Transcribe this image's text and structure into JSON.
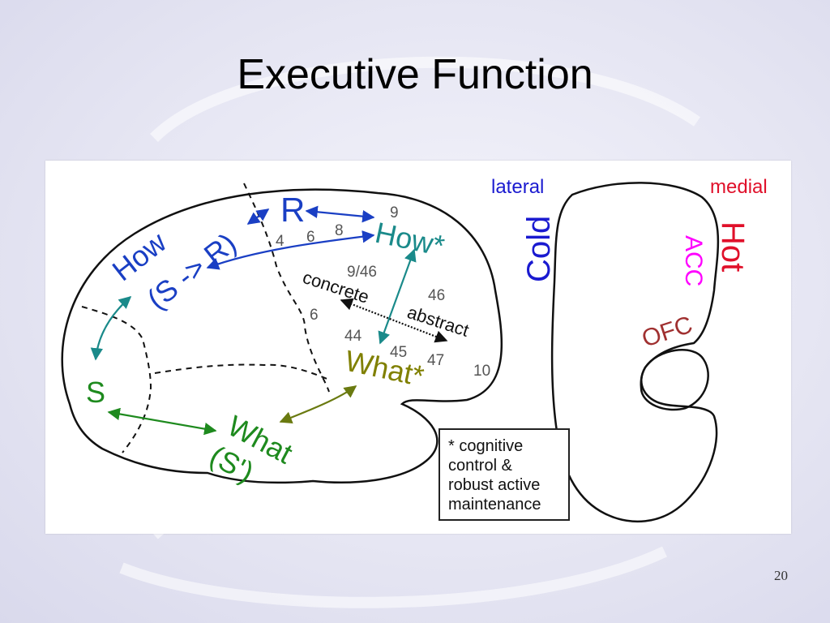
{
  "slide": {
    "title": "Executive Function",
    "page_number": "20"
  },
  "diagram": {
    "lateral_brain": {
      "region_labels": {
        "R": "R",
        "how_s_r_line1": "How",
        "how_s_r_line2": "(S -> R)",
        "how_star": "How*",
        "what_star": "What*",
        "s": "S",
        "what_s_line1": "What",
        "what_s_line2": "(S')",
        "concrete": "concrete",
        "abstract": "abstract"
      },
      "area_numbers": [
        "9",
        "4",
        "6",
        "8",
        "9/46",
        "46",
        "6",
        "44",
        "45",
        "47",
        "10"
      ],
      "colors": {
        "blue": "#1a3fc4",
        "teal": "#1a8a8a",
        "olive": "#808000",
        "green": "#1e8a1e",
        "gray": "#555555",
        "outline": "#111111"
      }
    },
    "medial_brain": {
      "lateral_label": "lateral",
      "medial_label": "medial",
      "cold": "Cold",
      "hot": "Hot",
      "acc": "ACC",
      "ofc": "OFC",
      "colors": {
        "lateral": "#1a1ad0",
        "medial": "#e0102a",
        "cold": "#1a1ad0",
        "hot": "#e0102a",
        "acc": "#ff00ff",
        "ofc": "#a03030"
      }
    },
    "legend": {
      "line1": "* cognitive",
      "line2": "control &",
      "line3": "robust active",
      "line4": "maintenance"
    }
  }
}
